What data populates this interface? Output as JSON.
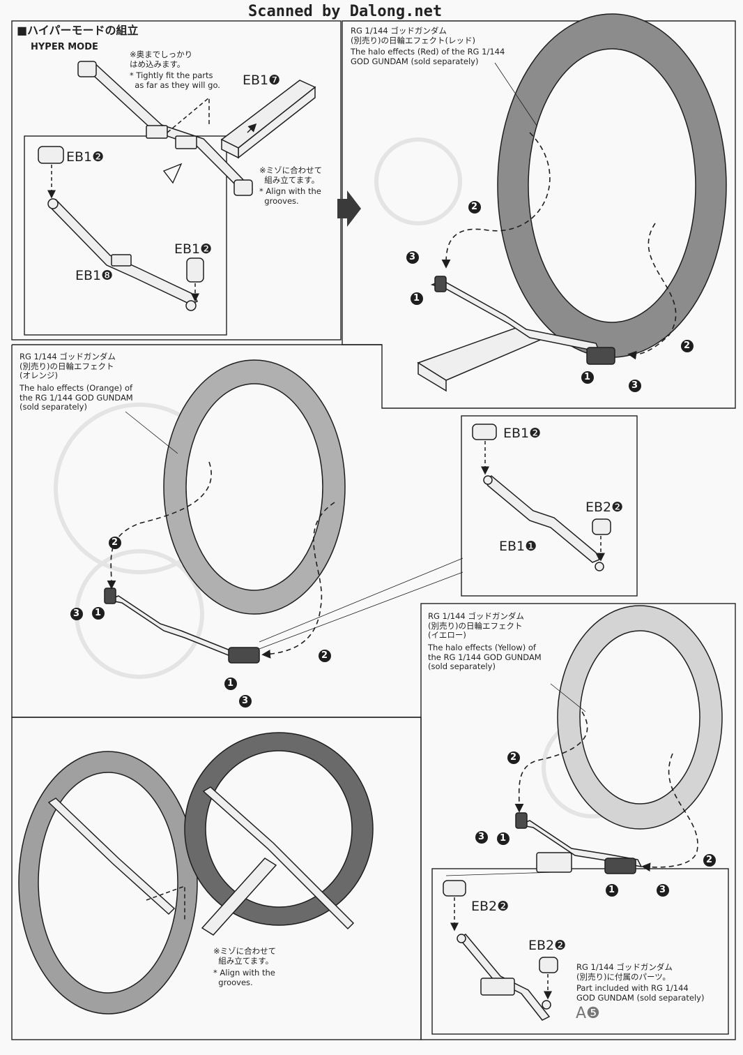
{
  "watermark": "Scanned by Dalong.net",
  "section": {
    "title_jp": "■ハイパーモードの組立",
    "title_en": "HYPER MODE"
  },
  "notes": {
    "tight_fit_jp": "※奥までしっかり\nはめ込みます。",
    "tight_fit_en": "* Tightly fit the parts\n  as far as they will go.",
    "grooves_jp": "※ミゾに合わせて\n  組み立てます。",
    "grooves_en": "* Align with the\n  grooves.",
    "grooves_jp_2": "※ミゾに合わせて\n  組み立てます。",
    "grooves_en_2": "* Align with the\n  grooves."
  },
  "halo_red": {
    "jp": "RG 1/144 ゴッドガンダム\n(別売り)の日輪エフェクト(レッド)",
    "en": "The halo effects (Red) of the RG 1/144\nGOD GUNDAM (sold separately)"
  },
  "halo_orange": {
    "jp": "RG 1/144 ゴッドガンダム\n(別売り)の日輪エフェクト\n(オレンジ)",
    "en": "The halo effects (Orange) of\nthe RG 1/144 GOD GUNDAM\n(sold separately)"
  },
  "halo_yellow": {
    "jp": "RG 1/144 ゴッドガンダム\n(別売り)の日輪エフェクト\n(イエロー)",
    "en": "The halo effects (Yellow) of\nthe RG 1/144 GOD GUNDAM\n(sold separately)"
  },
  "included_parts": {
    "jp": "RG 1/144 ゴッドガンダム\n(別売り)に付属のパーツ。",
    "en": "Part included with RG 1/144\nGOD GUNDAM (sold separately)"
  },
  "part_labels": {
    "eb1_7": "EB1❼",
    "eb1_2a": "EB1❷",
    "eb1_2b": "EB1❷",
    "eb1_8": "EB1❽",
    "eb1_2c": "EB1❷",
    "eb2_2a": "EB2❷",
    "eb1_1": "EB1❶",
    "eb2_2b": "EB2❷",
    "eb2_2c": "EB2❷",
    "a5": "A❺"
  },
  "steps": {
    "one": "1",
    "two": "2",
    "three": "3"
  },
  "colors": {
    "halo_red": "#8c8c8c",
    "halo_orange": "#b0b0b0",
    "halo_yellow": "#d4d4d4",
    "ink": "#1e1e1e",
    "part_fill": "#ededed",
    "dark_part": "#4a4a4a"
  }
}
